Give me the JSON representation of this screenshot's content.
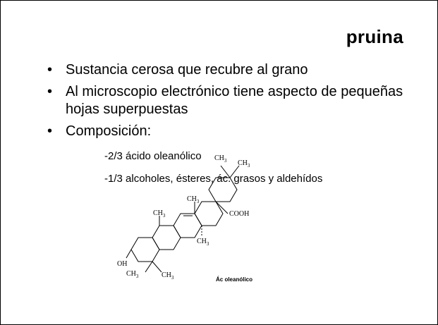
{
  "slide": {
    "title": "pruina",
    "bullets": [
      "Sustancia cerosa que recubre al grano",
      "Al microscopio electrónico tiene aspecto de pequeñas hojas superpuestas",
      "Composición:"
    ],
    "sub_items": [
      "-2/3 ácido oleanólico",
      "-1/3 alcoholes, ésteres, ác. grasos y aldehídos"
    ]
  },
  "figure": {
    "labels": {
      "ch3": "CH",
      "sub3": "3",
      "cooh": "COOH",
      "oh": "OH"
    },
    "caption": "Ác oleanólico"
  }
}
